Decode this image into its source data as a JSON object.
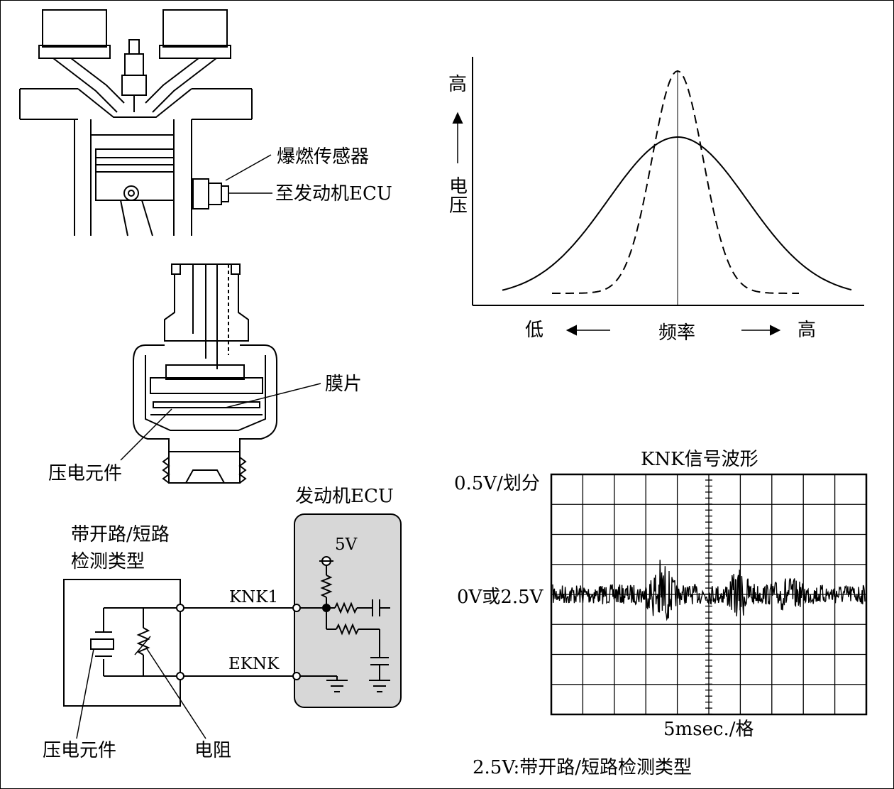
{
  "engine": {
    "knock_sensor_label": "爆燃传感器",
    "to_ecu_label": "至发动机ECU"
  },
  "sensor": {
    "diaphragm_label": "膜片",
    "piezo_label": "压电元件"
  },
  "circuit": {
    "ecu_title": "发动机ECU",
    "type_line1": "带开路/短路",
    "type_line2": "检测类型",
    "supply_label": "5V",
    "knk1_label": "KNK1",
    "eknk_label": "EKNK",
    "piezo_label": "压电元件",
    "resistor_label": "电阻"
  },
  "freq_chart": {
    "y_label_chars": [
      "电",
      "压"
    ],
    "y_high": "高",
    "x_low": "低",
    "x_mid": "频率",
    "x_high": "高",
    "curves": [
      "solid",
      "dashed"
    ]
  },
  "waveform": {
    "title": "KNK信号波形",
    "scale_label": "0.5V/划分",
    "zero_label": "0V或2.5V",
    "time_label": "5msec./格",
    "footnote": "2.5V:带开路/短路检测类型",
    "grid_cols": 10,
    "grid_rows": 8
  }
}
